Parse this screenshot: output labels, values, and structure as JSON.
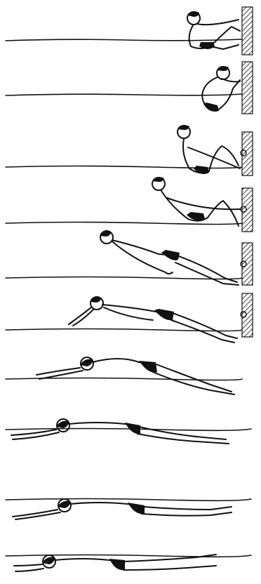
{
  "figure": {
    "subject": "backstroke-start-sequence",
    "frame_count": 10,
    "ink_color": "#111111",
    "background_color": "#ffffff",
    "frames": [
      {
        "phase": "grip-crouch",
        "has_wall": true
      },
      {
        "phase": "tuck-against-wall",
        "has_wall": true
      },
      {
        "phase": "hands-on-grip-rise",
        "has_wall": true
      },
      {
        "phase": "push-off-begin",
        "has_wall": true
      },
      {
        "phase": "back-arch-launch",
        "has_wall": true
      },
      {
        "phase": "arms-overhead-flight",
        "has_wall": true
      },
      {
        "phase": "entry-arched",
        "has_wall": false
      },
      {
        "phase": "glide-underwater",
        "has_wall": false
      },
      {
        "phase": "streamline-glide",
        "has_wall": false
      },
      {
        "phase": "surface-glide",
        "has_wall": false
      }
    ]
  }
}
